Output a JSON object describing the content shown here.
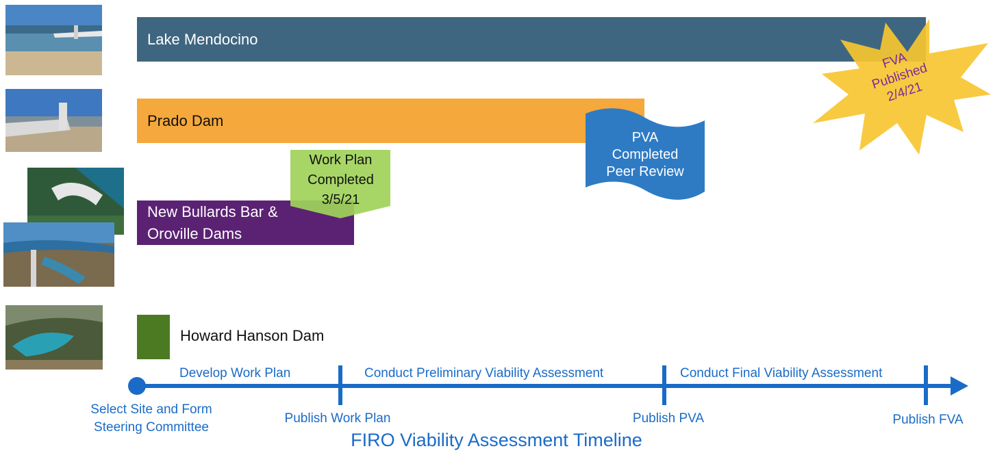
{
  "bars": {
    "lake": "Lake Mendocino",
    "prado": "Prado Dam",
    "bullards_line1": "New Bullards Bar &",
    "bullards_line2": "Oroville Dams",
    "howard": "Howard Hanson Dam"
  },
  "callouts": {
    "work_plan": [
      "Work Plan",
      "Completed",
      "3/5/21"
    ],
    "pva": [
      "PVA",
      "Completed",
      "Peer Review"
    ],
    "fva": [
      "FVA",
      "Published",
      "2/4/21"
    ]
  },
  "timeline": {
    "phases": [
      "Develop Work Plan",
      "Conduct Preliminary Viability Assessment",
      "Conduct Final Viability Assessment"
    ],
    "milestones": {
      "start_line1": "Select Site and Form",
      "start_line2": "Steering Committee",
      "work_plan": "Publish Work Plan",
      "pva": "Publish PVA",
      "fva": "Publish FVA"
    },
    "title": "FIRO Viability Assessment Timeline"
  },
  "colors": {
    "lake": "#3f6680",
    "prado": "#f5a83b",
    "bullards": "#5b2273",
    "howard": "#4b7a23",
    "work_plan_callout": "#9fd35a",
    "pva_callout": "#2e7bc4",
    "fva_burst": "#f7c531",
    "timeline": "#1a6bc7"
  },
  "icons": [
    "lake-mendocino-photo",
    "prado-dam-photo",
    "new-bullards-bar-photo",
    "oroville-dam-photo",
    "howard-hanson-photo"
  ]
}
